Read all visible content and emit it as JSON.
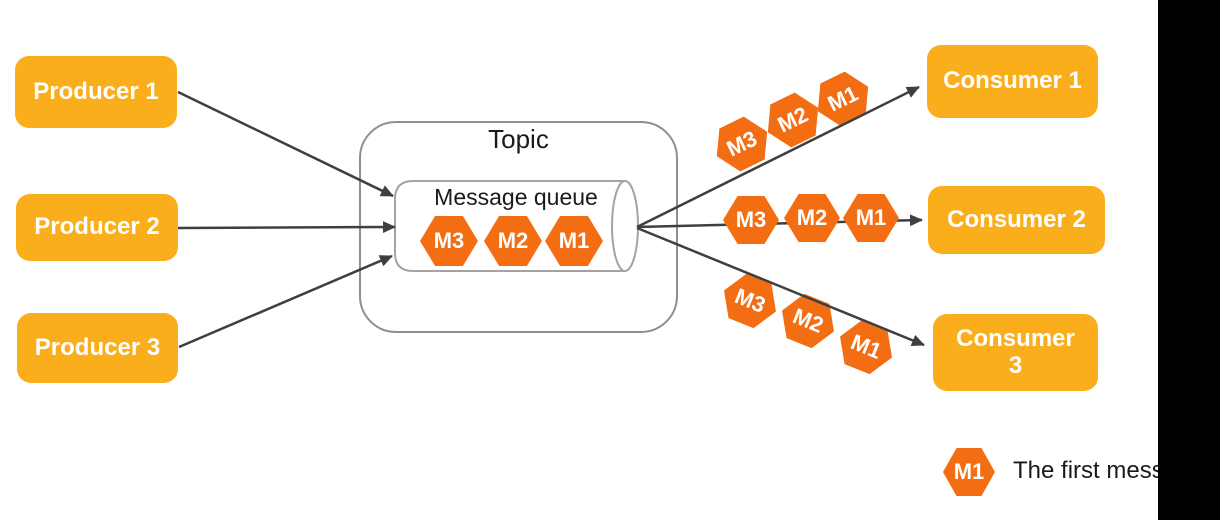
{
  "colors": {
    "node_fill": "#FBAE1C",
    "hexagon_fill": "#F36D13",
    "arrow": "#3F3F3F",
    "topic_border": "#8F8F8F",
    "cylinder_border": "#A3A3A3",
    "right_bar": "#000000",
    "background": "#FFFFFF"
  },
  "producers": [
    {
      "label": "Producer 1"
    },
    {
      "label": "Producer 2"
    },
    {
      "label": "Producer 3"
    }
  ],
  "topic": {
    "title": "Topic",
    "queue_label": "Message queue",
    "queue_messages": [
      "M3",
      "M2",
      "M1"
    ]
  },
  "consumers": [
    {
      "label": "Consumer 1"
    },
    {
      "label": "Consumer 2"
    },
    {
      "label": "Consumer 3"
    }
  ],
  "flows": {
    "to_consumer_1": [
      "M3",
      "M2",
      "M1"
    ],
    "to_consumer_2": [
      "M3",
      "M2",
      "M1"
    ],
    "to_consumer_3": [
      "M3",
      "M2",
      "M1"
    ]
  },
  "legend": {
    "symbol": "M1",
    "text": "The first mess"
  }
}
